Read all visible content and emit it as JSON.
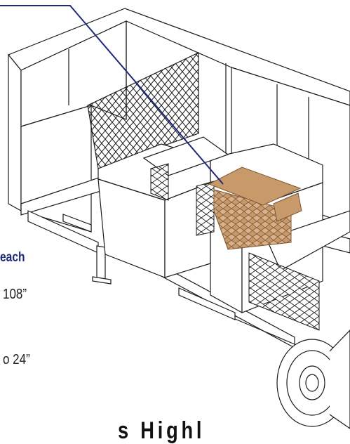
{
  "labels": {
    "reach": "each",
    "dimension_108": "108”",
    "dimension_24": "o 24”",
    "bottom_partial": "s  Highl"
  },
  "colors": {
    "accent_text": "#1f2a78",
    "leader_line": "#1f2a78",
    "body_text": "#222222",
    "outline": "#1a1a1a",
    "kraft": "#c89a6a",
    "kraft_dark": "#7a5533",
    "fill": "#ffffff"
  },
  "icons": [
    "trailer-truck-illustration",
    "honeycomb-dunnage-icon",
    "wheel-icon"
  ]
}
